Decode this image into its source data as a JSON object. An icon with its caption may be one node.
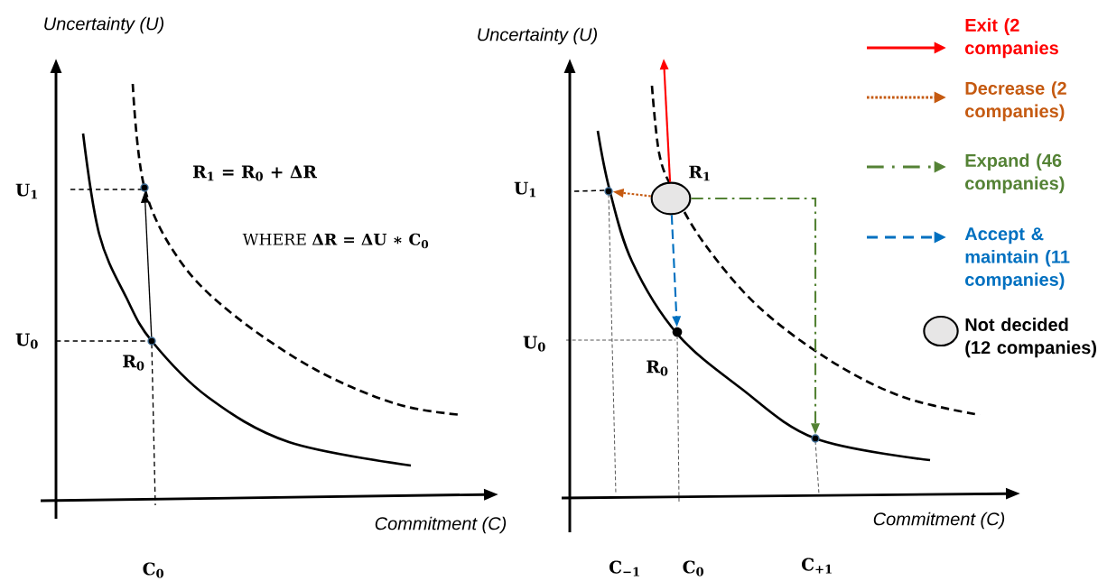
{
  "diagram": {
    "nodes": [
      {
        "text": [],
        "shape": "circle",
        "beside": [
          "R$_{0}$"
        ]
      },
      {
        "text": [],
        "shape": "circle"
      },
      {
        "text": [],
        "shape": "circle",
        "beside": [
          "R$_{1}$"
        ]
      },
      {
        "text": [],
        "shape": "circle"
      },
      {
        "text": [],
        "shape": "circle",
        "beside": [
          "R$_{0}$"
        ]
      },
      {
        "text": [],
        "shape": "circle"
      }
    ],
    "edges": [
      {
        "from": 0,
        "to": 1,
        "arrow": "to"
      },
      {
        "from": 2,
        "to": null,
        "arrow": "to",
        "color": "#ff0000"
      },
      {
        "from": 2,
        "to": 3,
        "arrow": "to",
        "style": "dashed",
        "color": "#c55a11"
      },
      {
        "from": 2,
        "to": 5,
        "arrow": "to",
        "style": "dashed",
        "color": "#548235"
      },
      {
        "from": 2,
        "to": 4,
        "arrow": "to",
        "style": "dashed",
        "color": "#0070c0"
      }
    ],
    "labels": [
      "Uncertainty (U)",
      "U$_{1}$",
      "U$_{0}$",
      "R$_{1}$  =  R$_{0}$ + ΔR",
      "WHERE **ΔR = ΔU ∗ C$_{0}$**",
      "Commitment (C)",
      "C$_{0}$",
      "Uncertainty (U)",
      "U$_{1}$",
      "U$_{0}$",
      "Commitment (C)",
      "C$_{−1}$",
      "C$_{0}$",
      "C$_{+1}$"
    ],
    "legend": [
      {
        "text": "Exit (2 companies"
      },
      {
        "text": "Decrease (2 companies)"
      },
      {
        "text": "Expand (46 companies)"
      },
      {
        "text": "Accept & maintain (11 companies)"
      },
      {
        "text": "Not decided (12 companies)"
      }
    ]
  }
}
